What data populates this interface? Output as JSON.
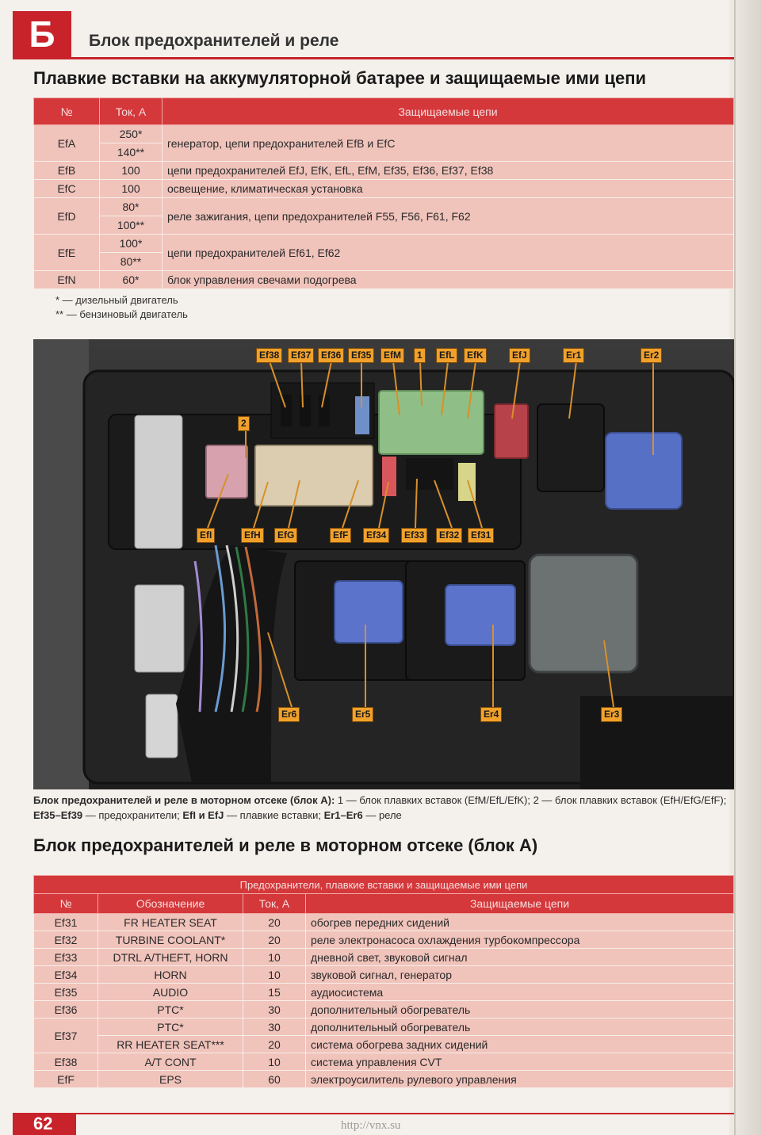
{
  "header": {
    "badge": "Б",
    "title": "Блок предохранителей и реле"
  },
  "section1": {
    "title": "Плавкие вставки на аккумуляторной батарее и защищаемые ими цепи",
    "columns": [
      "№",
      "Ток, А",
      "Защищаемые цепи"
    ],
    "rows": [
      {
        "id": "EfA",
        "currents": [
          "250*",
          "140**"
        ],
        "circuits": "генератор, цепи предохранителей EfB и EfC"
      },
      {
        "id": "EfB",
        "currents": [
          "100"
        ],
        "circuits": "цепи предохранителей EfJ, EfK, EfL, EfM, Ef35, Ef36, Ef37, Ef38"
      },
      {
        "id": "EfC",
        "currents": [
          "100"
        ],
        "circuits": "освещение, климатическая установка"
      },
      {
        "id": "EfD",
        "currents": [
          "80*",
          "100**"
        ],
        "circuits": "реле зажигания, цепи предохранителей F55, F56, F61, F62"
      },
      {
        "id": "EfE",
        "currents": [
          "100*",
          "80**"
        ],
        "circuits": "цепи предохранителей Ef61, Ef62"
      },
      {
        "id": "EfN",
        "currents": [
          "60*"
        ],
        "circuits": "блок управления свечами подогрева"
      }
    ],
    "notes": [
      "* — дизельный двигатель",
      "** — бензиновый двигатель"
    ]
  },
  "photo": {
    "labels_top": [
      "Ef38",
      "Ef37",
      "Ef36",
      "Ef35",
      "EfM",
      "1",
      "EfL",
      "EfK",
      "EfJ",
      "Er1",
      "Er2"
    ],
    "label_block2": "2",
    "labels_mid": [
      "EfI",
      "EfH",
      "EfG",
      "EfF",
      "Ef34",
      "Ef33",
      "Ef32",
      "Ef31"
    ],
    "labels_bottom": [
      "Er6",
      "Er5",
      "Er4",
      "Er3"
    ]
  },
  "caption": {
    "bold1": "Блок предохранителей и реле в моторном отсеке (блок А):",
    "p1": " 1 — блок плавких вставок (EfM/EfL/EfK); 2 — блок плавких вставок (EfH/EfG/EfF);",
    "bold2": " Ef35–Ef39",
    "p2": " — предохранители;",
    "bold3": " EfI и EfJ",
    "p3": " — плавкие вставки;",
    "bold4": " Er1–Er6",
    "p4": " — реле"
  },
  "section2": {
    "title": "Блок предохранителей и реле в моторном отсеке (блок А)",
    "group_header": "Предохранители, плавкие вставки и защищаемые ими цепи",
    "columns": [
      "№",
      "Обозначение",
      "Ток, А",
      "Защищаемые цепи"
    ],
    "rows": [
      {
        "id": "Ef31",
        "name": "FR HEATER SEAT",
        "current": "20",
        "circuits": "обогрев передних сидений"
      },
      {
        "id": "Ef32",
        "name": "TURBINE COOLANT*",
        "current": "20",
        "circuits": "реле электронасоса охлаждения турбокомпрессора"
      },
      {
        "id": "Ef33",
        "name": "DTRL A/THEFT, HORN",
        "current": "10",
        "circuits": "дневной свет, звуковой сигнал"
      },
      {
        "id": "Ef34",
        "name": "HORN",
        "current": "10",
        "circuits": "звуковой сигнал, генератор"
      },
      {
        "id": "Ef35",
        "name": "AUDIO",
        "current": "15",
        "circuits": "аудиосистема"
      },
      {
        "id": "Ef36",
        "name": "PTC*",
        "current": "30",
        "circuits": "дополнительный обогреватель"
      },
      {
        "id": "Ef37",
        "name": "PTC*",
        "current": "30",
        "circuits": "дополнительный обогреватель"
      },
      {
        "id": "",
        "name": "RR HEATER SEAT***",
        "current": "20",
        "circuits": "система обогрева задних сидений"
      },
      {
        "id": "Ef38",
        "name": "A/T CONT",
        "current": "10",
        "circuits": "система управления CVT"
      },
      {
        "id": "EfF",
        "name": "EPS",
        "current": "60",
        "circuits": "электроусилитель рулевого управления"
      }
    ]
  },
  "footer": {
    "page": "62",
    "url": "http://vnx.su"
  }
}
